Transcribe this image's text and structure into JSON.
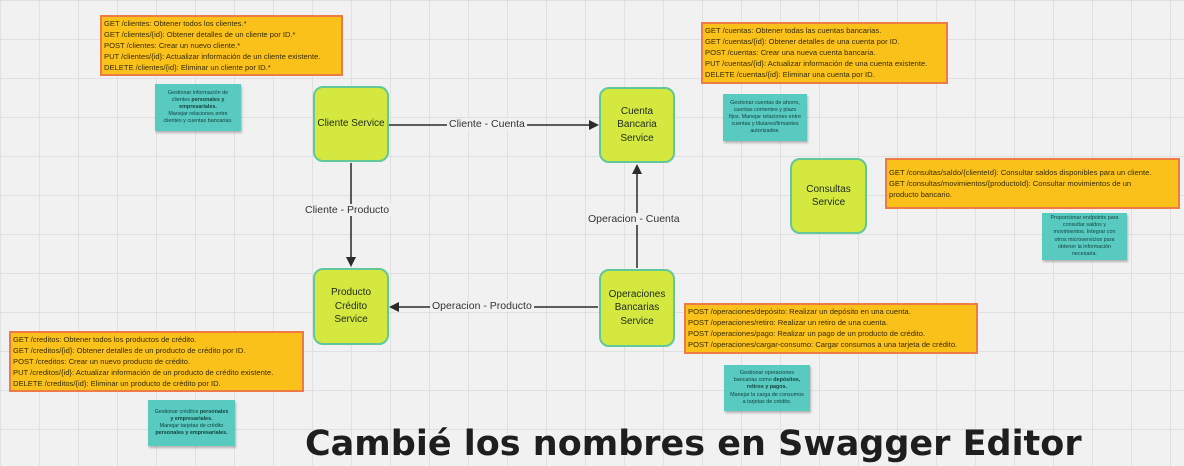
{
  "services": {
    "cliente": "Cliente Service",
    "cuenta": "Cuenta\nBancaria\nService",
    "consultas": "Consultas\nService",
    "producto": "Producto\nCrédito Service",
    "operaciones": "Operaciones\nBancarias\nService"
  },
  "edges": {
    "cliente_cuenta": "Cliente - Cuenta",
    "cliente_producto": "Cliente - Producto",
    "operacion_cuenta": "Operacion - Cuenta",
    "operacion_producto": "Operacion - Producto"
  },
  "apis": {
    "clientes": [
      "GET /clientes: Obtener todos los clientes.*",
      "GET /clientes/{id}: Obtener detalles de un cliente por ID.*",
      "POST /clientes: Crear un nuevo cliente.*",
      "PUT /clientes/{id}: Actualizar información de un cliente existente.",
      "DELETE /clientes/{id}: Eliminar un cliente por ID.*"
    ],
    "cuentas": [
      "GET /cuentas: Obtener todas las cuentas bancarias.",
      "GET /cuentas/{id}: Obtener detalles de una cuenta por ID.",
      "POST /cuentas: Crear una nueva cuenta bancaria.",
      "PUT /cuentas/{id}: Actualizar información de una cuenta existente.",
      "DELETE /cuentas/{id}: Eliminar una cuenta por ID."
    ],
    "consultas": [
      "GET /consultas/saldo/{clienteId}: Consultar saldos disponibles para un cliente.",
      "GET /consultas/movimientos/{productoId}: Consultar movimientos de un",
      "producto bancario."
    ],
    "creditos": [
      "GET /creditos: Obtener todos los productos de crédito.",
      "GET /creditos/{id}: Obtener detalles de un producto de crédito por ID.",
      "POST /creditos: Crear un nuevo producto de crédito.",
      "PUT /creditos/{id}: Actualizar información de un producto de crédito existente.",
      "DELETE /creditos/{id}: Eliminar un producto de crédito por ID."
    ],
    "operaciones": [
      "POST /operaciones/depósito: Realizar un depósito en una cuenta.",
      "POST /operaciones/retiro: Realizar un retiro de una cuenta.",
      "POST /operaciones/pago: Realizar un pago de un producto de crédito.",
      "POST /operaciones/cargar-consumo: Cargar consumos a una tarjeta de crédito."
    ]
  },
  "notes": {
    "cliente": {
      "pre": "Gestionar información de clientes ",
      "bold": "personales y empresariales.",
      "post": "Manejar relaciones entre clientes y cuentas bancarias."
    },
    "cuenta": {
      "pre": "Gestionar cuentas de ahorro, cuentas corrientes y plazo fijos. Manejar relaciones entre cuentas y titulares/firmantes autorizados.",
      "bold": "",
      "post": ""
    },
    "consultas": {
      "pre": "Proporcionar endpoints para consultar saldos y movimientos. Integrar con otros microservicios para obtener la información necesaria.",
      "bold": "",
      "post": ""
    },
    "credito": {
      "pre": "Gestionar créditos ",
      "bold": "personales y empresariales.",
      "post": "Manejar tarjetas de crédito ",
      "bold2": "personales y empresariales."
    },
    "operaciones": {
      "pre": "Gestionar operaciones bancarias como ",
      "bold": "depósitos, retiros y pagos.",
      "post": "Manejar la carga de consumos a tarjetas de crédito."
    }
  },
  "title": "Cambié los nombres en Swagger Editor",
  "colors": {
    "node_fill": "#d4e83f",
    "node_border": "#62c79a",
    "api_fill": "#f9c11a",
    "api_border": "#ee7b46",
    "note_fill": "#58cac0",
    "arrow": "#2b2b2b"
  }
}
